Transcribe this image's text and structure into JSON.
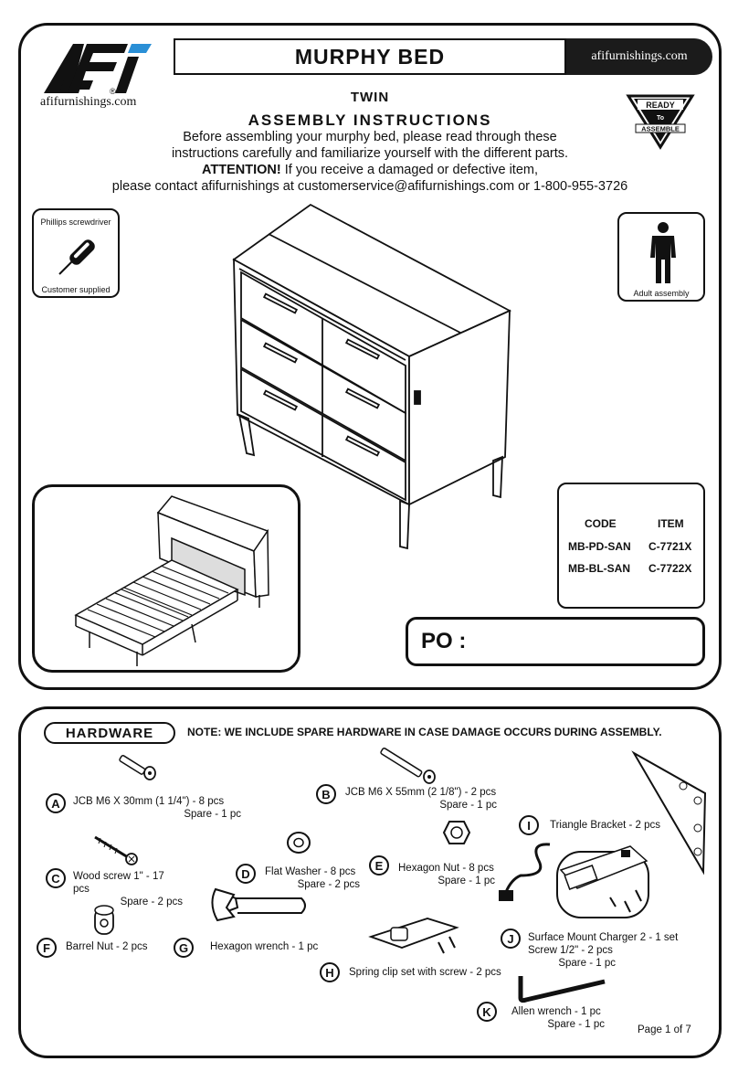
{
  "header": {
    "title": "MURPHY BED",
    "site": "afifurnishings.com",
    "logo_text": "afifurnishings.com",
    "logo_reg": "®"
  },
  "intro": {
    "subtitle": "TWIN",
    "heading": "ASSEMBLY INSTRUCTIONS",
    "line1": "Before assembling your murphy bed, please read through these",
    "line2": "instructions carefully and familiarize yourself with the different parts.",
    "attention": "ATTENTION!",
    "line3": " If you receive a damaged or defective item,",
    "line4": "please contact afifurnishings at customerservice@afifurnishings.com or 1-800-955-3726"
  },
  "rta_badge": {
    "top": "READY",
    "mid": "To",
    "bottom": "ASSEMBLE"
  },
  "tools": {
    "left_title": "Phillips screwdriver",
    "left_caption": "Customer supplied",
    "right_caption": "Adult assembly"
  },
  "codes": {
    "header_code": "CODE",
    "header_item": "ITEM",
    "rows": [
      {
        "code": "MB-PD-SAN",
        "item": "C-7721X"
      },
      {
        "code": "MB-BL-SAN",
        "item": "C-7722X"
      }
    ]
  },
  "po": {
    "label": "PO :"
  },
  "hardware": {
    "badge": "HARDWARE",
    "note": "NOTE: WE INCLUDE SPARE HARDWARE IN CASE DAMAGE OCCURS DURING ASSEMBLY.",
    "items": [
      {
        "letter": "A",
        "line1": "JCB M6 X 30mm (1 1/4\") - 8 pcs",
        "line2": "Spare - 1 pc"
      },
      {
        "letter": "B",
        "line1": "JCB M6 X 55mm (2 1/8\") - 2 pcs",
        "line2": "Spare - 1 pc"
      },
      {
        "letter": "C",
        "line1": "Wood screw 1\" - 17 pcs",
        "line2": "Spare - 2 pcs"
      },
      {
        "letter": "D",
        "line1": "Flat Washer - 8 pcs",
        "line2": "Spare - 2 pcs"
      },
      {
        "letter": "E",
        "line1": "Hexagon Nut - 8 pcs",
        "line2": "Spare - 1 pc"
      },
      {
        "letter": "F",
        "line1": "Barrel Nut - 2 pcs",
        "line2": ""
      },
      {
        "letter": "G",
        "line1": "Hexagon wrench - 1 pc",
        "line2": ""
      },
      {
        "letter": "H",
        "line1": "Spring clip set with screw - 2 pcs",
        "line2": ""
      },
      {
        "letter": "I",
        "line1": "Triangle Bracket - 2 pcs",
        "line2": ""
      },
      {
        "letter": "J",
        "line1": "Surface Mount Charger 2 - 1 set",
        "line2": "Screw 1/2\" - 2 pcs",
        "line3": "Spare - 1 pc"
      },
      {
        "letter": "K",
        "line1": "Allen wrench - 1 pc",
        "line2": "Spare - 1 pc"
      }
    ]
  },
  "page": "Page 1 of 7"
}
